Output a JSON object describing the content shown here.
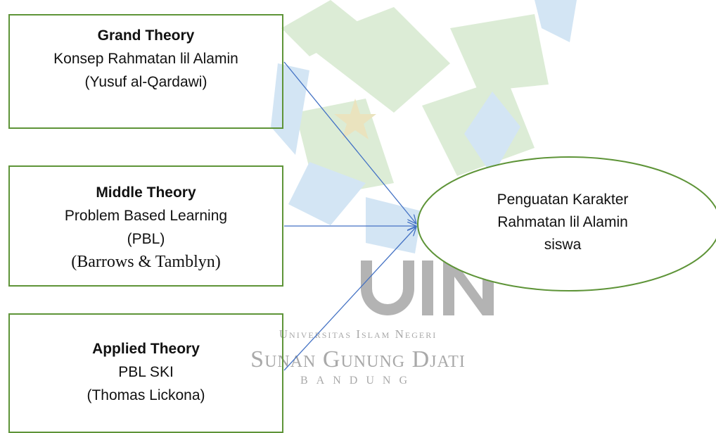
{
  "watermark": {
    "line1": "Universitas Islam Negeri",
    "line2": "Sunan Gunung Djati",
    "line3": "BANDUNG",
    "colors": {
      "green": "#d9ead2",
      "blue": "#cfe3f3",
      "gray": "#a9a9a9"
    }
  },
  "grand": {
    "title": "Grand Theory",
    "line1": "Konsep Rahmatan lil Alamin",
    "line2": "(Yusuf al-Qardawi)"
  },
  "middle": {
    "title": "Middle Theory",
    "line1": "Problem Based Learning",
    "line2": "(PBL)",
    "line3": "(Barrows & Tamblyn)"
  },
  "applied": {
    "title": "Applied Theory",
    "line1": "PBL SKI",
    "line2": "(Thomas Lickona)"
  },
  "outcome": {
    "line1": "Penguatan Karakter",
    "line2": "Rahmatan lil Alamin",
    "line3": "siswa"
  },
  "colors": {
    "box_border": "#5e9438",
    "arrow": "#4472c4"
  }
}
